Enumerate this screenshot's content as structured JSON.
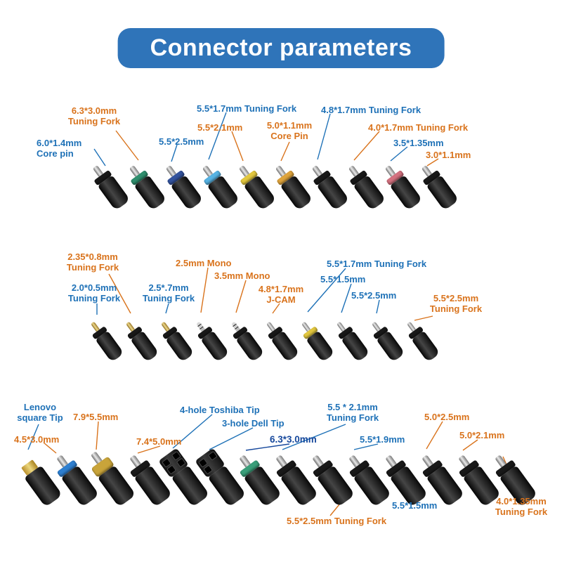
{
  "title": "Connector parameters",
  "colors": {
    "banner": "#2F74B9",
    "label_orange": "#D9731C",
    "label_blue": "#1E71B7",
    "label_dark_blue": "#16489C",
    "ring_green": "#2F8F6E",
    "ring_blue": "#33539E",
    "ring_light_blue": "#56B3E4",
    "ring_yellow": "#E3C83F",
    "ring_amber": "#DFA43C",
    "ring_pink": "#D4717F",
    "ring_bright_blue": "#2E7FD0",
    "ring_brass": "#C9A43A",
    "ring_teal_green": "#3A9F7A",
    "lenovo_tip_yellow": "#ECD77E"
  },
  "rows": [
    {
      "name": "row-1",
      "labels": [
        {
          "text": "6.3*3.0mm\nTuning Fork",
          "color": "orange"
        },
        {
          "text": "6.0*1.4mm\nCore pin",
          "color": "blue"
        },
        {
          "text": "5.5*2.5mm",
          "color": "blue"
        },
        {
          "text": "5.5*1.7mm Tuning Fork",
          "color": "blue"
        },
        {
          "text": "5.5*2.1mm",
          "color": "orange"
        },
        {
          "text": "5.0*1.1mm\nCore Pin",
          "color": "orange"
        },
        {
          "text": "4.8*1.7mm Tuning Fork",
          "color": "blue"
        },
        {
          "text": "4.0*1.7mm Tuning Fork",
          "color": "orange"
        },
        {
          "text": "3.5*1.35mm",
          "color": "blue"
        },
        {
          "text": "3.0*1.1mm",
          "color": "orange"
        }
      ]
    },
    {
      "name": "row-2",
      "labels": [
        {
          "text": "2.35*0.8mm\nTuning Fork",
          "color": "orange"
        },
        {
          "text": "2.0*0.5mm\nTuning Fork",
          "color": "blue"
        },
        {
          "text": "2.5*.7mm\nTuning Fork",
          "color": "blue"
        },
        {
          "text": "2.5mm Mono",
          "color": "orange"
        },
        {
          "text": "3.5mm Mono",
          "color": "orange"
        },
        {
          "text": "4.8*1.7mm\nJ-CAM",
          "color": "orange"
        },
        {
          "text": "5.5*1.7mm Tuning Fork",
          "color": "blue"
        },
        {
          "text": "5.5*1.5mm",
          "color": "blue"
        },
        {
          "text": "5.5*2.5mm",
          "color": "blue"
        },
        {
          "text": "5.5*2.5mm\nTuning Fork",
          "color": "orange"
        }
      ]
    },
    {
      "name": "row-3",
      "labels": [
        {
          "text": "Lenovo\nsquare Tip",
          "color": "blue"
        },
        {
          "text": "4.5*3.0mm",
          "color": "orange"
        },
        {
          "text": "7.9*5.5mm",
          "color": "orange"
        },
        {
          "text": "7.4*5.0mm",
          "color": "orange"
        },
        {
          "text": "4-hole Toshiba Tip",
          "color": "blue"
        },
        {
          "text": "3-hole Dell Tip",
          "color": "blue"
        },
        {
          "text": "6.3*3.0mm",
          "color": "dark_blue"
        },
        {
          "text": "5.5 * 2.1mm\nTuning Fork",
          "color": "blue"
        },
        {
          "text": "5.5*1.9mm",
          "color": "blue"
        },
        {
          "text": "5.0*2.5mm",
          "color": "orange"
        },
        {
          "text": "5.0*2.1mm",
          "color": "orange"
        },
        {
          "text": "5.5*1.5mm",
          "color": "blue"
        },
        {
          "text": "5.5*2.5mm Tuning Fork",
          "color": "orange"
        },
        {
          "text": "4.0*1.35mm\nTuning Fork",
          "color": "orange"
        }
      ]
    }
  ],
  "connector_strips": [
    {
      "connectors": [
        {
          "name": "6.0x1.4mm-core-pin",
          "ring": null
        },
        {
          "name": "6.3x3.0mm-tuning-fork",
          "ring": "#2F8F6E"
        },
        {
          "name": "5.5x2.5mm",
          "ring": "#33539E"
        },
        {
          "name": "5.5x1.7mm-tuning-fork",
          "ring": "#56B3E4"
        },
        {
          "name": "5.5x2.1mm",
          "ring": "#E3C83F"
        },
        {
          "name": "5.0x1.1mm-core-pin",
          "ring": "#DFA43C"
        },
        {
          "name": "4.8x1.7mm-tuning-fork",
          "ring": null
        },
        {
          "name": "4.0x1.7mm-tuning-fork",
          "ring": null
        },
        {
          "name": "3.5x1.35mm",
          "ring": "#D4717F"
        },
        {
          "name": "3.0x1.1mm",
          "ring": null
        }
      ]
    },
    {
      "connectors": [
        {
          "name": "2.0x0.5mm-tuning-fork",
          "pin": "brass"
        },
        {
          "name": "2.35x0.8mm-tuning-fork",
          "pin": "brass"
        },
        {
          "name": "2.5x0.7mm-tuning-fork",
          "pin": "brass"
        },
        {
          "name": "2.5mm-mono",
          "shape": "mono"
        },
        {
          "name": "3.5mm-mono",
          "shape": "mono"
        },
        {
          "name": "4.8x1.7mm-j-cam",
          "ring": null
        },
        {
          "name": "5.5x1.7mm-tuning-fork",
          "ring": "#E3C83F"
        },
        {
          "name": "5.5x1.5mm",
          "ring": null
        },
        {
          "name": "5.5x2.5mm",
          "ring": null
        },
        {
          "name": "5.5x2.5mm-tuning-fork",
          "ring": null
        }
      ]
    },
    {
      "connectors": [
        {
          "name": "lenovo-square-tip",
          "shape": "square"
        },
        {
          "name": "4.5x3.0mm",
          "ring": "#2E7FD0"
        },
        {
          "name": "7.9x5.5mm",
          "ring": "#C9A43A",
          "shape": "brass"
        },
        {
          "name": "7.4x5.0mm",
          "ring": null
        },
        {
          "name": "4-hole-toshiba-tip",
          "shape": "block4"
        },
        {
          "name": "3-hole-dell-tip",
          "shape": "block3"
        },
        {
          "name": "6.3x3.0mm",
          "ring": "#3A9F7A"
        },
        {
          "name": "5.5x2.1mm-tuning-fork",
          "ring": null
        },
        {
          "name": "5.5x2.5mm-tuning-fork",
          "ring": null
        },
        {
          "name": "5.5x1.9mm",
          "ring": null
        },
        {
          "name": "5.5x1.5mm",
          "ring": null
        },
        {
          "name": "5.0x2.5mm",
          "ring": null
        },
        {
          "name": "5.0x2.1mm",
          "ring": null
        },
        {
          "name": "4.0x1.35mm-tuning-fork",
          "ring": null
        }
      ]
    }
  ]
}
